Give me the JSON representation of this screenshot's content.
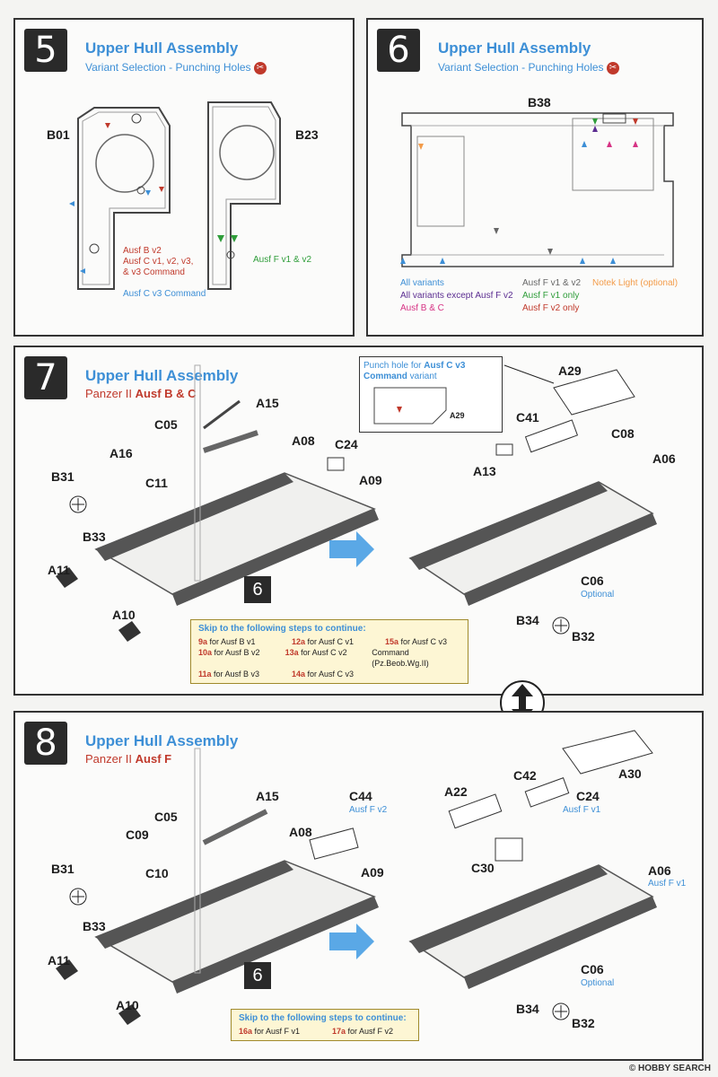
{
  "step5": {
    "number": "5",
    "title": "Upper Hull Assembly",
    "subtitle": "Variant Selection - Punching Holes",
    "part_left": "B01",
    "part_right": "B23",
    "legend_left": [
      "Ausf B v2",
      "Ausf C v1, v2, v3,",
      "& v3 Command",
      "Ausf C v3 Command"
    ],
    "legend_right": "Ausf F v1 & v2"
  },
  "step6": {
    "number": "6",
    "title": "Upper Hull Assembly",
    "subtitle": "Variant Selection - Punching Holes",
    "part": "B38",
    "legend": {
      "all_variants": "All variants",
      "all_except_f2": "All variants except Ausf F v2",
      "ausf_bc": "Ausf B & C",
      "f12": "Ausf F v1 & v2",
      "f1_only": "Ausf F v1 only",
      "f2_only": "Ausf F v2 only",
      "notek": "Notek Light (optional)"
    }
  },
  "step7": {
    "number": "7",
    "title": "Upper Hull Assembly",
    "subtitle_prefix": "Panzer II ",
    "subtitle_bold": "Ausf B & C",
    "punch_note_1": "Punch hole for ",
    "punch_note_bold": "Ausf C v3",
    "punch_note_2": "Command",
    "punch_note_3": " variant",
    "punch_part": "A29",
    "labels": {
      "a15": "A15",
      "c05": "C05",
      "a08": "A08",
      "c24": "C24",
      "a16": "A16",
      "c11": "C11",
      "b31": "B31",
      "a09": "A09",
      "b33": "B33",
      "a11": "A11",
      "a10": "A10",
      "a29": "A29",
      "c41": "C41",
      "c08": "C08",
      "a06": "A06",
      "a13": "A13",
      "c06": "C06",
      "b34": "B34",
      "b32": "B32"
    },
    "optional": "Optional",
    "mini_step": "6",
    "skip_head": "Skip to the following steps to continue:",
    "skip_rows": [
      [
        [
          "9a",
          " for Ausf B v1"
        ],
        [
          "12a",
          " for Ausf C v1"
        ],
        [
          "15a",
          " for Ausf C v3"
        ]
      ],
      [
        [
          "10a",
          " for Ausf B v2"
        ],
        [
          "13a",
          " for Ausf C v2"
        ],
        [
          "",
          "Command (Pz.Beob.Wg.II)"
        ]
      ],
      [
        [
          "11a",
          " for Ausf B v3"
        ],
        [
          "14a",
          " for Ausf C v3"
        ],
        [
          "",
          ""
        ]
      ]
    ]
  },
  "step8": {
    "number": "8",
    "title": "Upper Hull Assembly",
    "subtitle_prefix": "Panzer II ",
    "subtitle_bold": "Ausf F",
    "labels": {
      "a15": "A15",
      "c05": "C05",
      "c44": "C44",
      "c09": "C09",
      "a08": "A08",
      "b31": "B31",
      "c10": "C10",
      "a09": "A09",
      "b33": "B33",
      "a11": "A11",
      "a10": "A10",
      "a22": "A22",
      "c42": "C42",
      "c24": "C24",
      "a30": "A30",
      "c30": "C30",
      "a06": "A06",
      "c06": "C06",
      "b34": "B34",
      "b32": "B32"
    },
    "c44_note": "Ausf F v2",
    "c24_note": "Ausf F v1",
    "a06_note": "Ausf F v1",
    "optional": "Optional",
    "mini_step": "6",
    "skip_head": "Skip to the following steps to continue:",
    "skip_rows": [
      [
        [
          "16a",
          " for Ausf F v1"
        ],
        [
          "17a",
          " for Ausf F v2"
        ]
      ]
    ]
  },
  "footer": "© HOBBY SEARCH",
  "colors": {
    "accent_blue": "#3d8fd6",
    "red": "#c0392b",
    "green": "#2f9d3a"
  }
}
